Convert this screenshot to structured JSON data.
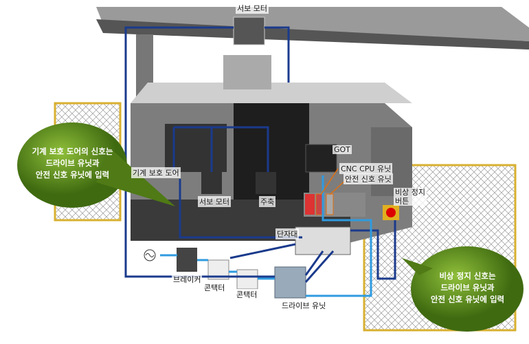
{
  "labels": {
    "servo_motor_top": "서보 모터",
    "guard_door": "기계 보호 도어",
    "servo_motor": "서보 모터",
    "spindle": "주축",
    "got": "GOT",
    "cnc_cpu": "CNC CPU 유닛",
    "safety_unit": "안전 신호 유닛",
    "estop_line1": "비상 정지",
    "estop_line2": "버튼",
    "terminal_block": "단자대",
    "breaker": "브레이커",
    "contactor_1": "콘택터",
    "contactor_2": "콘택터",
    "drive_unit": "드라이브 유닛"
  },
  "callouts": {
    "door": [
      "기계 보호 도어의 신호는",
      "드라이브 유닛과",
      "안전 신호 유닛에 입력"
    ],
    "estop": [
      "비상 정지 신호는",
      "드라이브 유닛과",
      "안전 신호 유닛에 입력"
    ]
  },
  "colors": {
    "wire_dark": "#1a3a8c",
    "wire_light": "#2f9be0",
    "bubble": "#5a8a1c",
    "fence": "#d8b030"
  }
}
